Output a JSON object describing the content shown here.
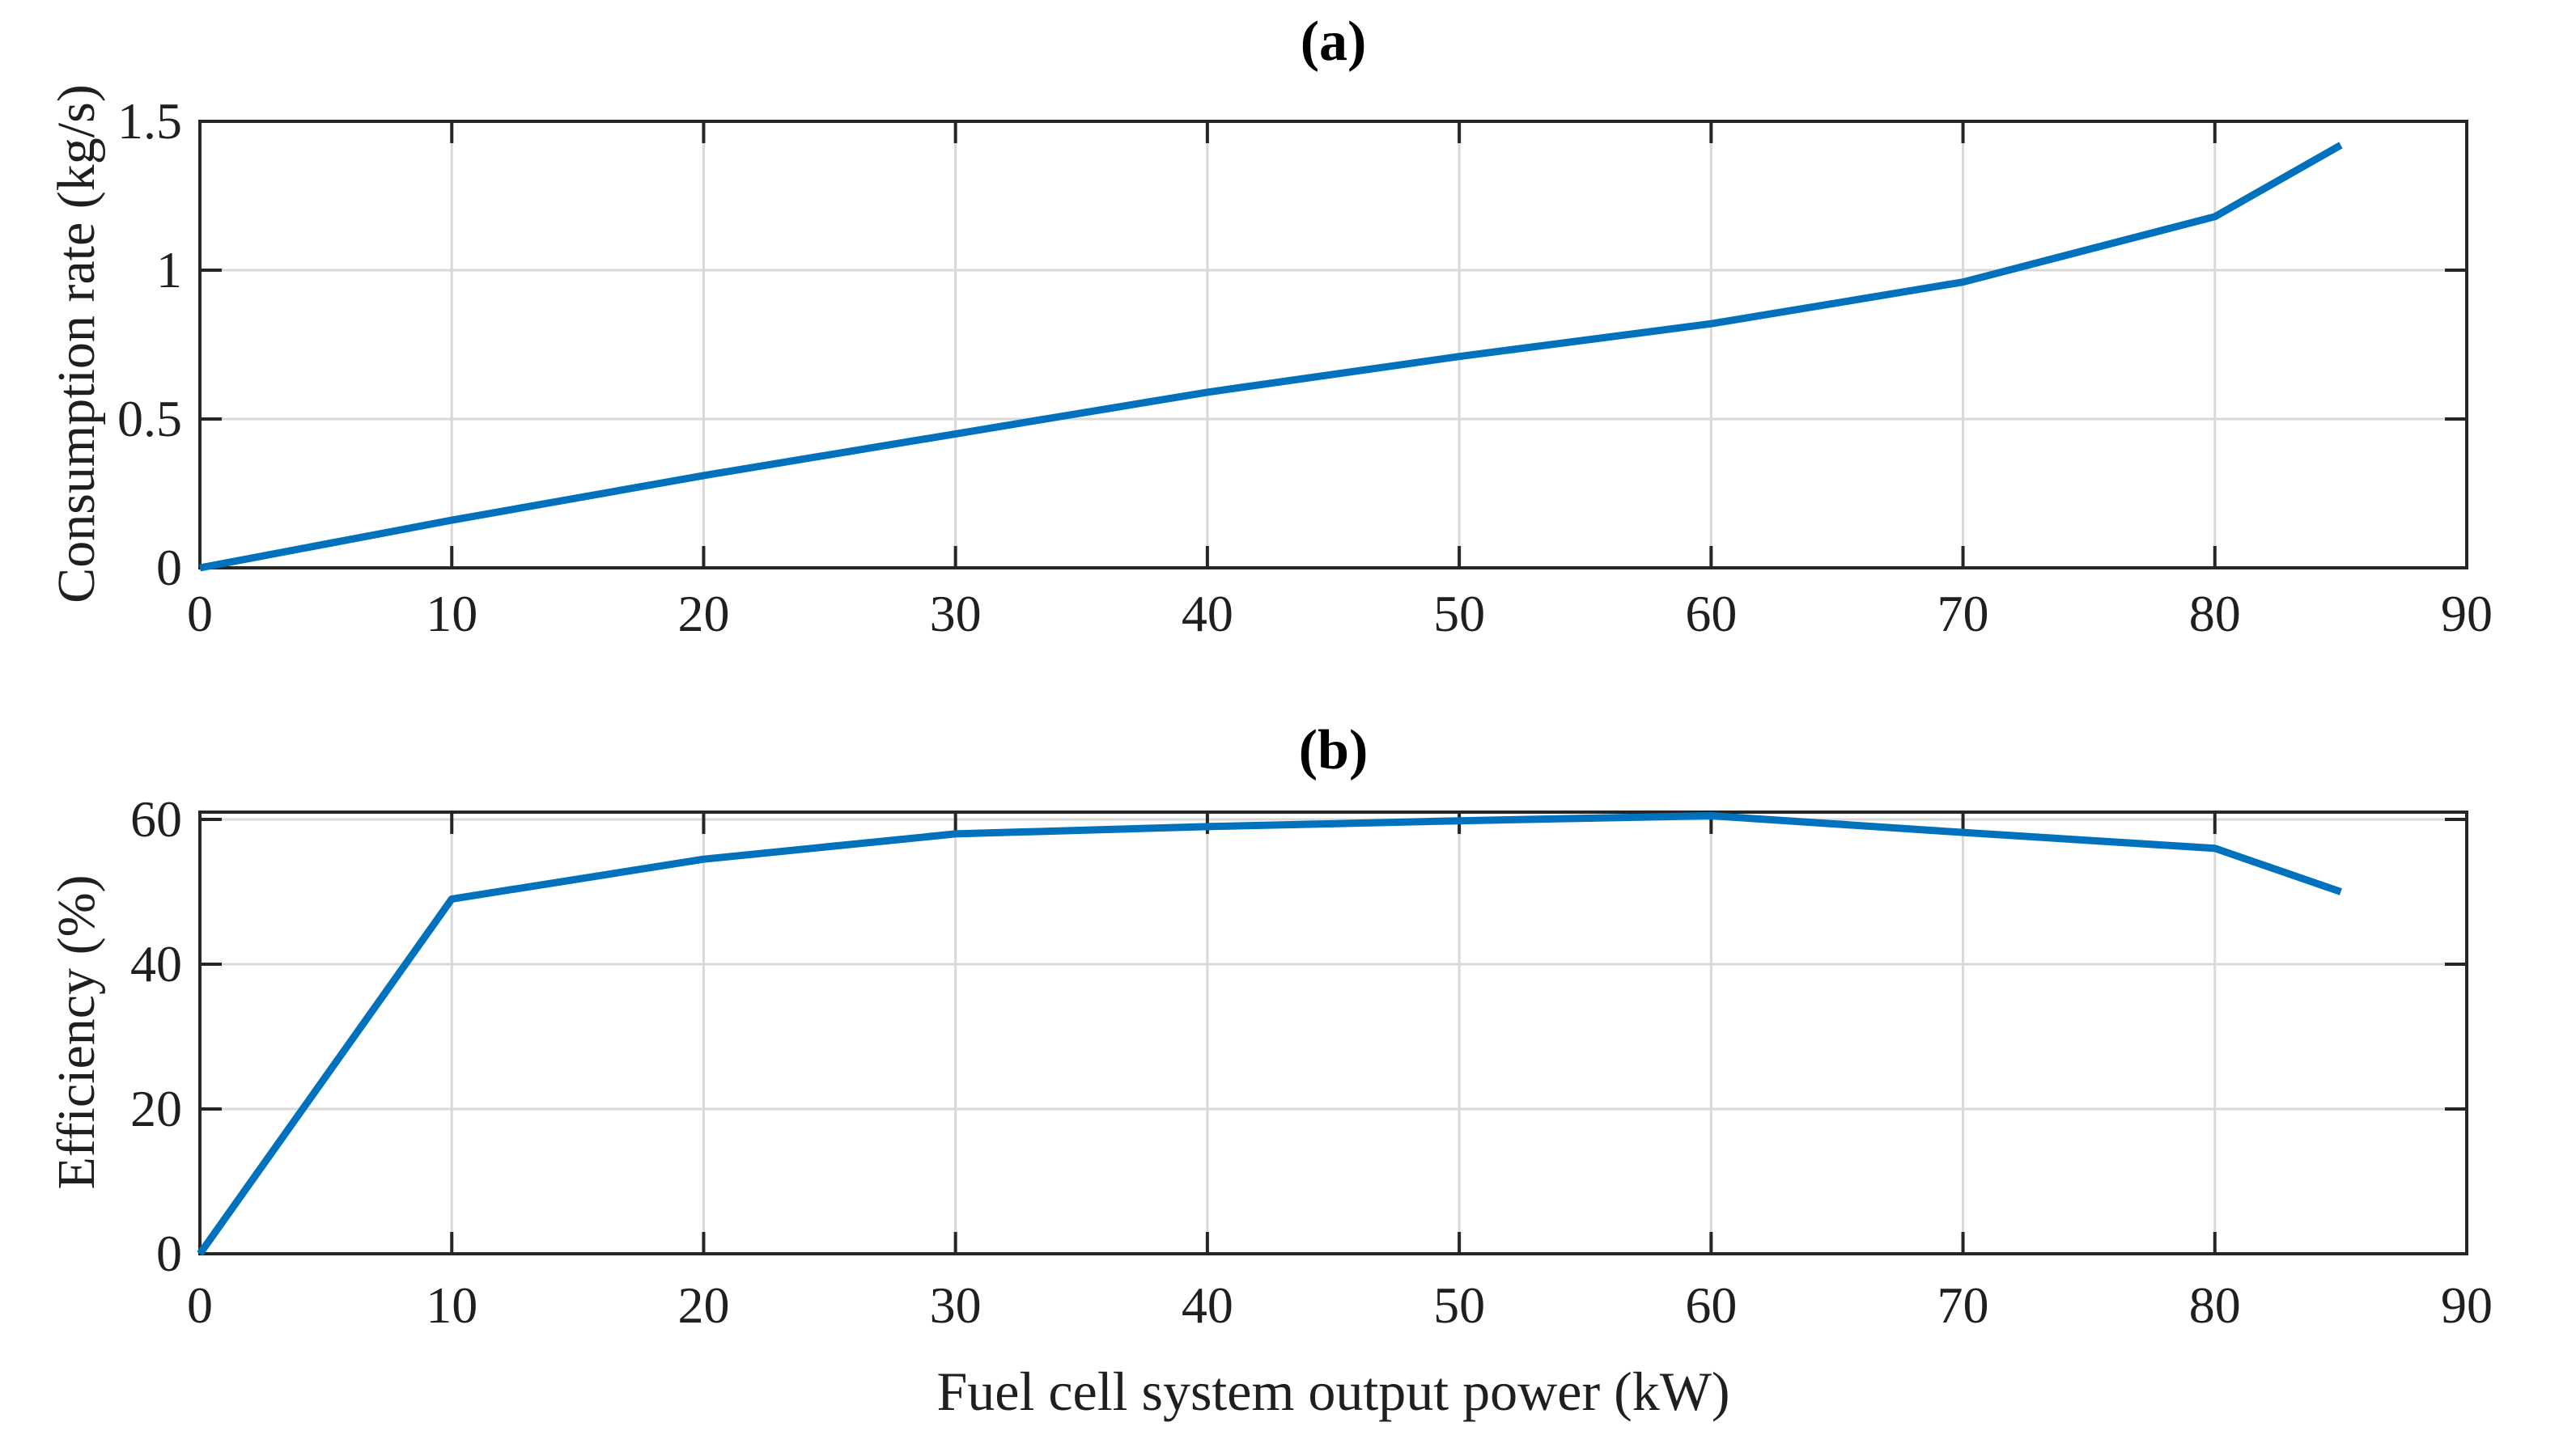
{
  "figure": {
    "xlabel": "Fuel cell system output power (kW)",
    "background": "#ffffff",
    "colors": {
      "line": "#0072BD",
      "grid": "#d9d9d9",
      "spine": "#262626",
      "text": "#1f1f1f",
      "title": "#000000"
    },
    "legend": null
  },
  "chart_data": [
    {
      "type": "line",
      "title": "(a)",
      "ylabel": "Consumption rate (kg/s)",
      "xlabel": "Fuel cell system output power (kW)",
      "xlim": [
        0,
        90
      ],
      "ylim": [
        0,
        1.5
      ],
      "xticks": [
        0,
        10,
        20,
        30,
        40,
        50,
        60,
        70,
        80,
        90
      ],
      "yticks": [
        0,
        0.5,
        1,
        1.5
      ],
      "ytick_labels": [
        "0",
        "0.5",
        "1",
        "1.5"
      ],
      "grid": true,
      "legend_position": "none",
      "line_color": "#0072BD",
      "series": [
        {
          "name": "consumption-rate",
          "x": [
            0,
            10,
            20,
            30,
            40,
            50,
            60,
            70,
            80,
            85
          ],
          "y": [
            0,
            0.16,
            0.31,
            0.45,
            0.59,
            0.71,
            0.82,
            0.96,
            1.18,
            1.42
          ]
        }
      ]
    },
    {
      "type": "line",
      "title": "(b)",
      "ylabel": "Efficiency (%)",
      "xlabel": "Fuel cell system output power (kW)",
      "xlim": [
        0,
        90
      ],
      "ylim": [
        0,
        61
      ],
      "xticks": [
        0,
        10,
        20,
        30,
        40,
        50,
        60,
        70,
        80,
        90
      ],
      "yticks": [
        0,
        20,
        40,
        60
      ],
      "ytick_labels": [
        "0",
        "20",
        "40",
        "60"
      ],
      "grid": true,
      "legend_position": "none",
      "line_color": "#0072BD",
      "series": [
        {
          "name": "efficiency",
          "x": [
            0,
            10,
            20,
            30,
            40,
            50,
            60,
            70,
            80,
            85
          ],
          "y": [
            0,
            49,
            54.5,
            58,
            59,
            59.8,
            60.5,
            58.2,
            56,
            50
          ]
        }
      ]
    }
  ]
}
